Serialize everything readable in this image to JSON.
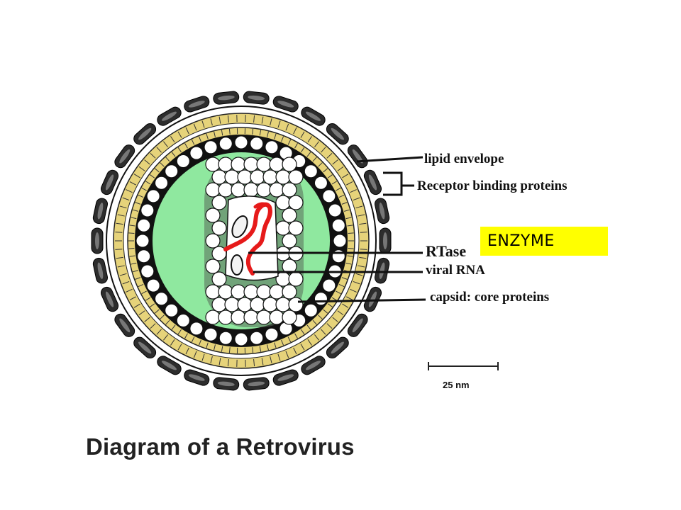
{
  "labels": {
    "lipid_envelope": "lipid envelope",
    "receptor_binding_proteins": "Receptor binding proteins",
    "rtase": "RTase",
    "viral_rna": "viral RNA",
    "capsid": "capsid: core proteins",
    "enzyme": "ENZYME",
    "scale": "25 nm",
    "title": "Diagram of a Retrovirus"
  },
  "colors": {
    "interior": "#8fe89f",
    "membrane": "#e6d37a",
    "rna": "#e61a1a",
    "highlight": "#ffff00"
  }
}
